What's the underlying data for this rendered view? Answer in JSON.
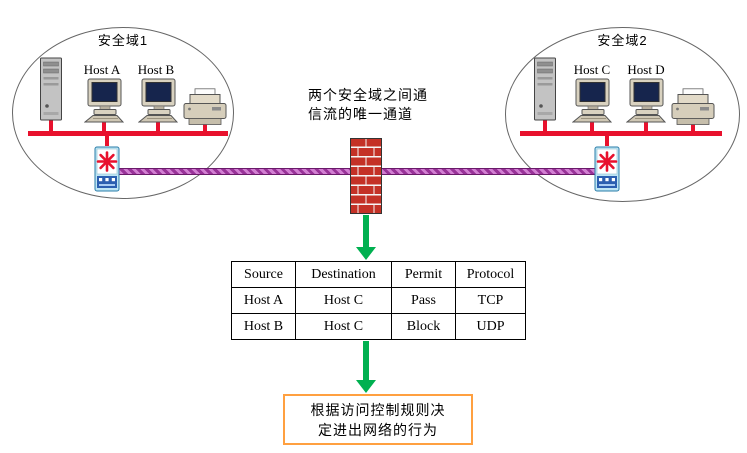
{
  "domains": {
    "left": {
      "label": "安全域1",
      "hosts": [
        "Host A",
        "Host B"
      ]
    },
    "right": {
      "label": "安全域2",
      "hosts": [
        "Host C",
        "Host D"
      ]
    }
  },
  "firewall_caption": {
    "line1": "两个安全域之间通",
    "line2": "信流的唯一通道"
  },
  "acl_table": {
    "headers": [
      "Source",
      "Destination",
      "Permit",
      "Protocol"
    ],
    "rows": [
      [
        "Host A",
        "Host C",
        "Pass",
        "TCP"
      ],
      [
        "Host B",
        "Host C",
        "Block",
        "UDP"
      ]
    ]
  },
  "conclusion_box": {
    "line1": "根据访问控制规则决",
    "line2": "定进出网络的行为"
  },
  "icons": {
    "server": "server-tower-icon",
    "computer": "desktop-computer-icon",
    "printer": "printer-icon",
    "switch": "hub-switch-icon",
    "firewall": "firewall-brick-wall-icon",
    "arrow": "green-down-arrow-icon"
  },
  "colors": {
    "bus_line": "#e8112d",
    "trunk_line": "#993399",
    "arrow_green": "#00b050",
    "box_border": "#ffa040",
    "firewall_brick": "#c43126"
  }
}
